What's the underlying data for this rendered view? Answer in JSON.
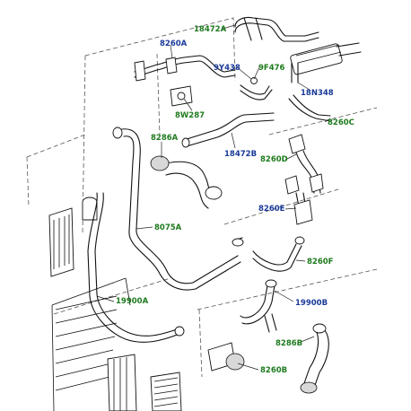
{
  "diagram": {
    "labels": [
      {
        "id": "18472A",
        "text": "18472A",
        "color": "green"
      },
      {
        "id": "8260A",
        "text": "8260A",
        "color": "blue"
      },
      {
        "id": "9Y438",
        "text": "9Y438",
        "color": "blue"
      },
      {
        "id": "9F476",
        "text": "9F476",
        "color": "green"
      },
      {
        "id": "18N348",
        "text": "18N348",
        "color": "blue"
      },
      {
        "id": "8W287",
        "text": "8W287",
        "color": "green"
      },
      {
        "id": "8260C",
        "text": "8260C",
        "color": "green"
      },
      {
        "id": "8286A",
        "text": "8286A",
        "color": "green"
      },
      {
        "id": "18472B",
        "text": "18472B",
        "color": "blue"
      },
      {
        "id": "8260D",
        "text": "8260D",
        "color": "green"
      },
      {
        "id": "8260E",
        "text": "8260E",
        "color": "blue"
      },
      {
        "id": "8075A",
        "text": "8075A",
        "color": "green"
      },
      {
        "id": "8260F",
        "text": "8260F",
        "color": "green"
      },
      {
        "id": "19900A",
        "text": "19900A",
        "color": "green"
      },
      {
        "id": "19900B",
        "text": "19900B",
        "color": "blue"
      },
      {
        "id": "8286B",
        "text": "8286B",
        "color": "green"
      },
      {
        "id": "8260B",
        "text": "8260B",
        "color": "green"
      }
    ],
    "colors": {
      "green": "#1e7a1e",
      "blue": "#1a3a9a",
      "line": "#111111"
    }
  }
}
